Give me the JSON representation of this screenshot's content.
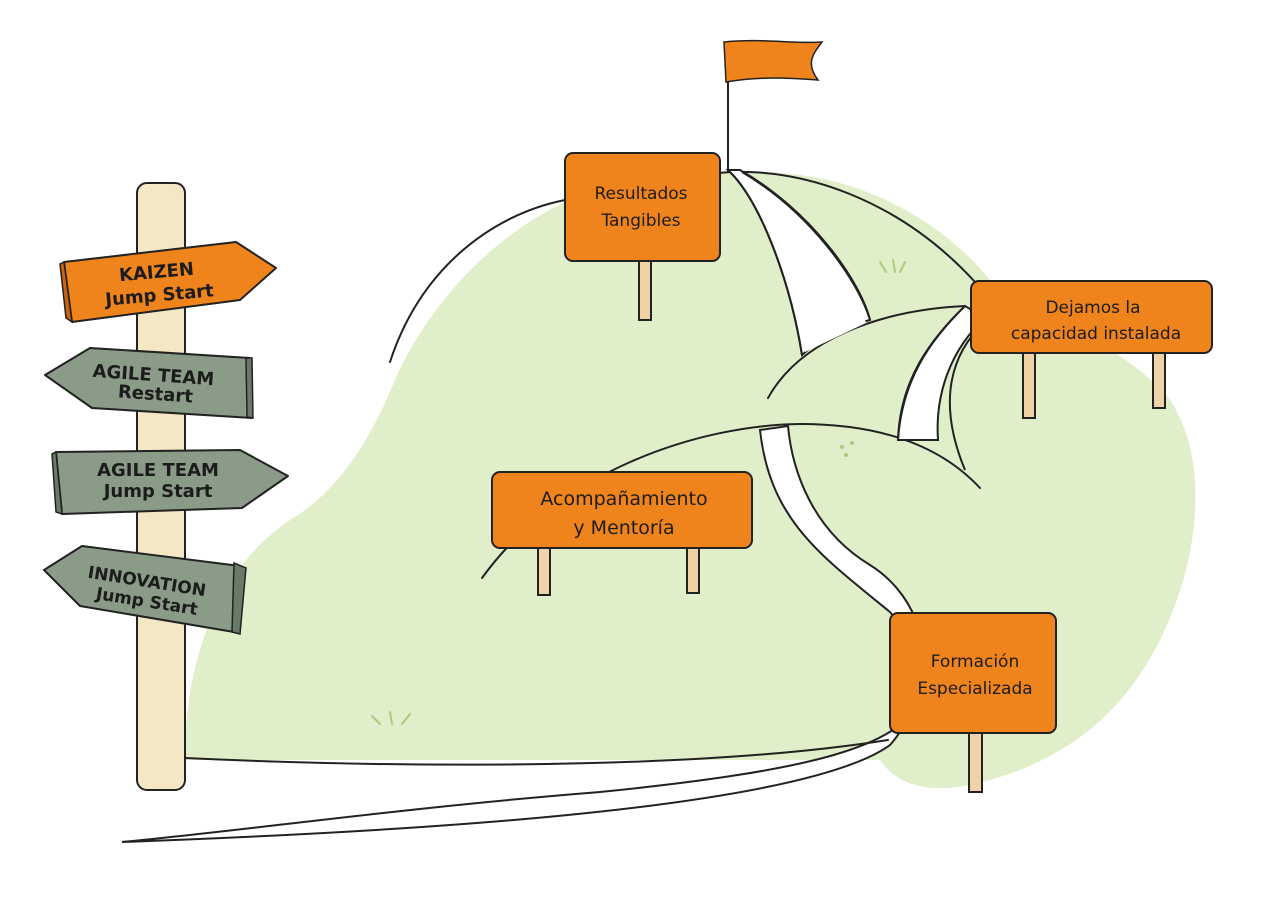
{
  "colors": {
    "hill": "#e0efca",
    "orange": "#f0841c",
    "gray": "#8a9b87",
    "post": "#f4e7c6",
    "stake": "#f0d2a8",
    "outline": "#222222",
    "grass": "#a8cc7a"
  },
  "directional_signs": [
    {
      "line1": "KAIZEN",
      "line2": "Jump Start",
      "color": "orange",
      "direction": "right"
    },
    {
      "line1": "AGILE TEAM",
      "line2": "Restart",
      "color": "gray",
      "direction": "left"
    },
    {
      "line1": "AGILE TEAM",
      "line2": "Jump Start",
      "color": "gray",
      "direction": "right"
    },
    {
      "line1": "INNOVATION",
      "line2": "Jump Start",
      "color": "gray",
      "direction": "left"
    }
  ],
  "boards": {
    "resultados": {
      "line1": "Resultados",
      "line2": "Tangibles"
    },
    "capacidad": {
      "line1": "Dejamos la",
      "line2": "capacidad instalada"
    },
    "acompanamiento": {
      "line1": "Acompañamiento",
      "line2": "y Mentoría"
    },
    "formacion": {
      "line1": "Formación",
      "line2": "Especializada"
    }
  },
  "icons": {
    "flag": "flag-icon",
    "grass": "grass-tuft-icon"
  }
}
